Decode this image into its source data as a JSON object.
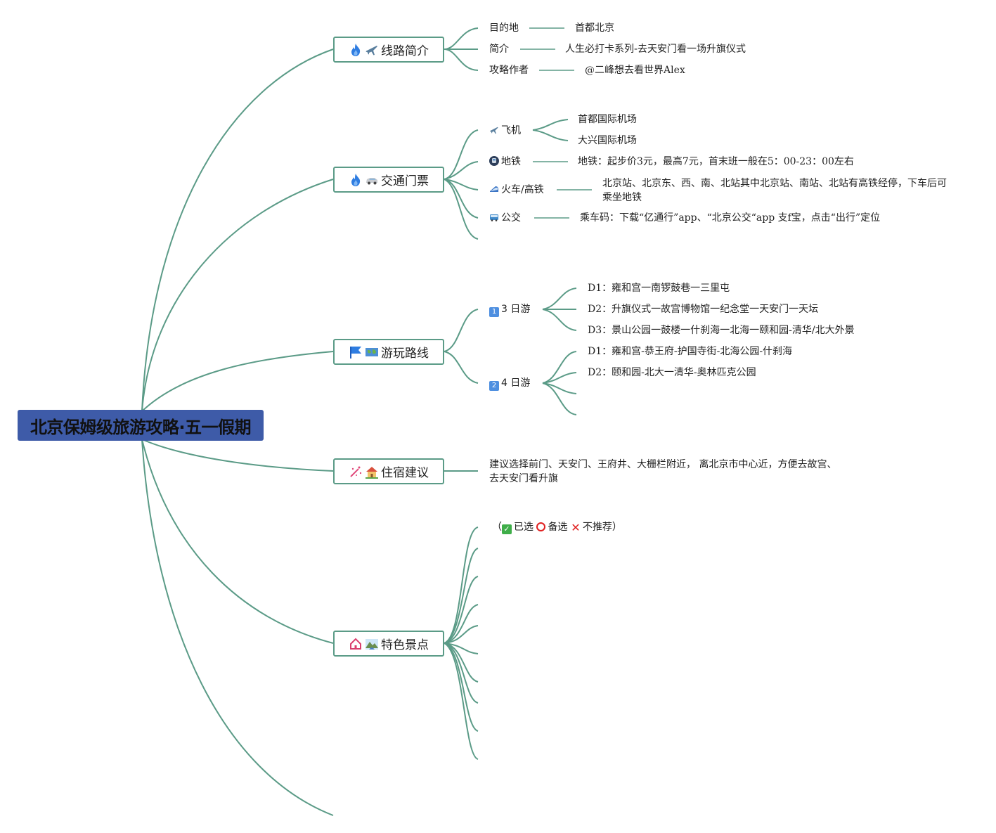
{
  "root": {
    "title": "北京保姆级旅游攻略·五一假期"
  },
  "branches": {
    "intro": {
      "label": "线路简介",
      "rows": [
        {
          "key": "目的地",
          "value": "首都北京"
        },
        {
          "key": "简介",
          "value": "人生必打卡系列-去天安门看一场升旗仪式"
        },
        {
          "key": "攻略作者",
          "value": "@二峰想去看世界Alex"
        }
      ]
    },
    "transport": {
      "label": "交通门票",
      "plane": {
        "label": "飞机",
        "items": [
          "首都国际机场",
          "大兴国际机场"
        ]
      },
      "subway": {
        "label": "地铁",
        "value": "地铁：起步价3元，最高7元，首末班一般在5：00-23：00左右"
      },
      "train": {
        "label": "火车/高铁",
        "value": "北京站、北京东、西、南、北站其中北京站、南站、北站有高铁经停，下车后可乘坐地铁"
      },
      "bus": {
        "label": "公交",
        "value": "乘车码：下载“亿通行”app、“北京公交“app 支f宝，点击“出行”定位"
      }
    },
    "routes": {
      "label": "游玩路线",
      "three_day": {
        "label": "3 日游",
        "items": [
          "D1：雍和宫一南锣鼓巷一三里屯",
          "D2：升旗仪式一故宫博物馆一纪念堂一天安门一天坛",
          "D3：景山公园一鼓楼一什刹海一北海一颐和园-清华/北大外景"
        ]
      },
      "four_day": {
        "label": "4 日游",
        "items": [
          "D1：雍和宫-恭王府-护国寺街-北海公园-什刹海",
          "D2：颐和园-北大一清华-奥林匹克公园"
        ]
      }
    },
    "stay": {
      "label": "住宿建议",
      "value": "建议选择前门、天安门、王府井、大栅栏附近， 离北京市中心近，方便去故宫、去天安门看升旗"
    },
    "sights": {
      "label": "特色景点",
      "legend": {
        "open": "（",
        "selected": "已选",
        "backup": "备选",
        "no": "不推荐",
        "close": "）"
      }
    }
  },
  "colors": {
    "root": "#3e5ba8",
    "link": "#5b9b87"
  }
}
